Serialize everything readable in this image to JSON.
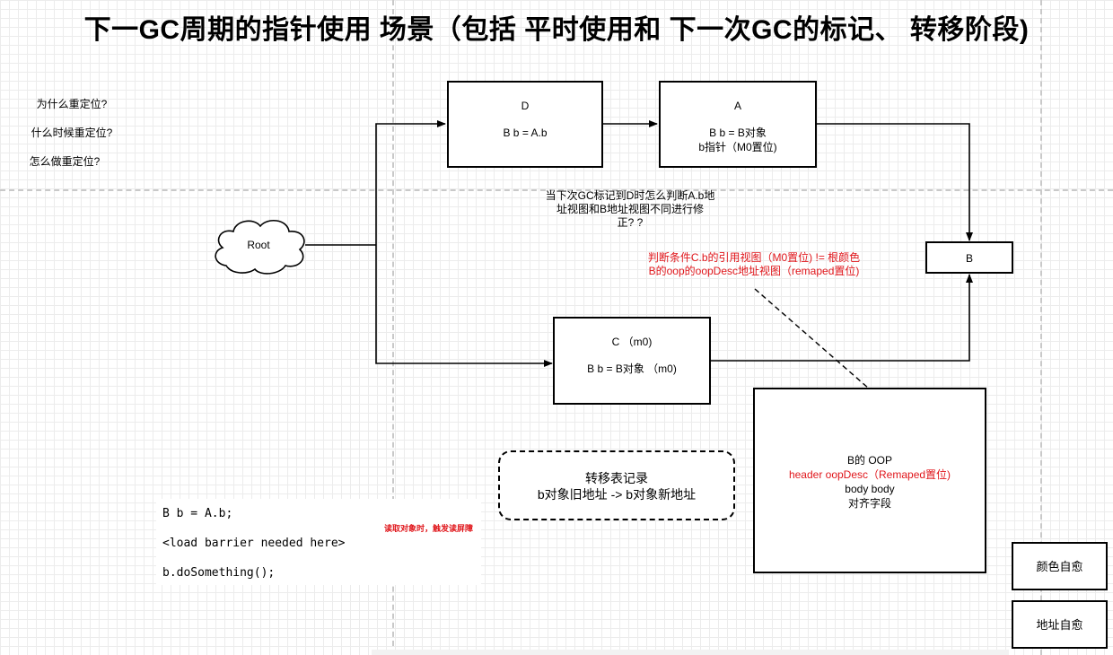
{
  "title": "下一GC周期的指针使用 场景（包括 平时使用和  下一次GC的标记、 转移阶段)",
  "questions": [
    "为什么重定位?",
    "什么时候重定位?",
    "怎么做重定位?"
  ],
  "nodes": {
    "root": "Root",
    "D": {
      "title": "D",
      "line1": "B b = A.b"
    },
    "A": {
      "title": "A",
      "line1": "B b = B对象",
      "line2": "b指针（M0置位)"
    },
    "B": {
      "title": "B"
    },
    "C": {
      "title": "C   （m0)",
      "line1": "B b = B对象   （m0)"
    },
    "oop": {
      "line1": "B的 OOP",
      "line2": "header oopDesc（Remaped置位)",
      "line3": "body body",
      "line4": "对齐字段"
    }
  },
  "notes": {
    "question_note": [
      "当下次GC标记到D时怎么判断A.b地",
      "址视图和B地址视图不同进行修",
      "正? ?"
    ],
    "condition_note": [
      "判断条件C.b的引用视图（M0置位)  != 根颜色",
      "B的oop的oopDesc地址视图（remaped置位)"
    ]
  },
  "transfer_table": {
    "line1": "转移表记录",
    "line2": "b对象旧地址 -> b对象新地址"
  },
  "code": {
    "line1": "B b = A.b;",
    "line2": "<load barrier needed here>",
    "line3": "b.doSomething();",
    "annotation": "读取对象时，触发读屏障"
  },
  "legend": {
    "color_heal": "颜色自愈",
    "address_heal": "地址自愈"
  },
  "colors": {
    "accent_red": "#e0161b",
    "guide_gray": "#c9c9c9"
  }
}
